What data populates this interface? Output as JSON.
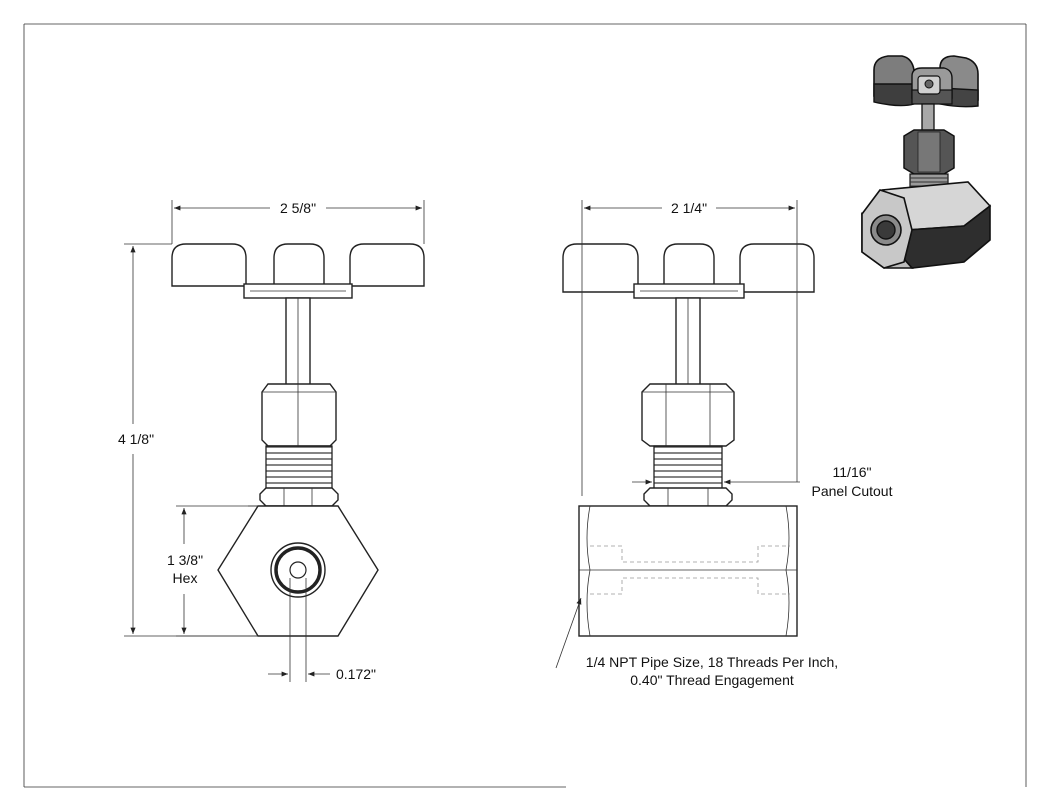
{
  "front_view": {
    "width_label": "2 5/8\"",
    "height_label": "4 1/8\"",
    "hex_label_line1": "1 3/8\"",
    "hex_label_line2": "Hex",
    "orifice_label": "0.172\""
  },
  "side_view": {
    "width_label": "2 1/4\"",
    "panel_label_line1": "11/16\"",
    "panel_label_line2": "Panel Cutout",
    "thread_note_line1": "1/4 NPT Pipe Size, 18 Threads Per Inch,",
    "thread_note_line2": "0.40\" Thread Engagement"
  },
  "colors": {
    "line": "#222222",
    "iso_dark": "#3a3a3a",
    "iso_mid": "#6e6e6e",
    "iso_light": "#b5b5b5"
  }
}
